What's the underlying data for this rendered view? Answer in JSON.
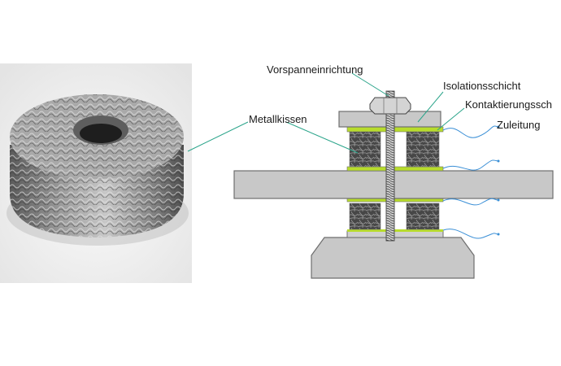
{
  "labels": {
    "vorspann": "Vorspanneinrichtung",
    "isolation": "Isolationsschicht",
    "kontakt": "Kontaktierungssch",
    "zuleitung": "Zuleitung",
    "metallkissen": "Metallkissen"
  },
  "colors": {
    "leader_line": "#2aa48a",
    "wire": "#3a8fd6",
    "contact_layer": "#b8dc2c",
    "plate": "#c8c8c8",
    "plate_stroke": "#6e6e6e",
    "mesh_fill": "#3c3c3c"
  },
  "icons": {
    "photo": "knitted-wire-mesh-cushion-photo",
    "bolt": "threaded-bolt-icon",
    "nut": "hex-nut-icon"
  }
}
